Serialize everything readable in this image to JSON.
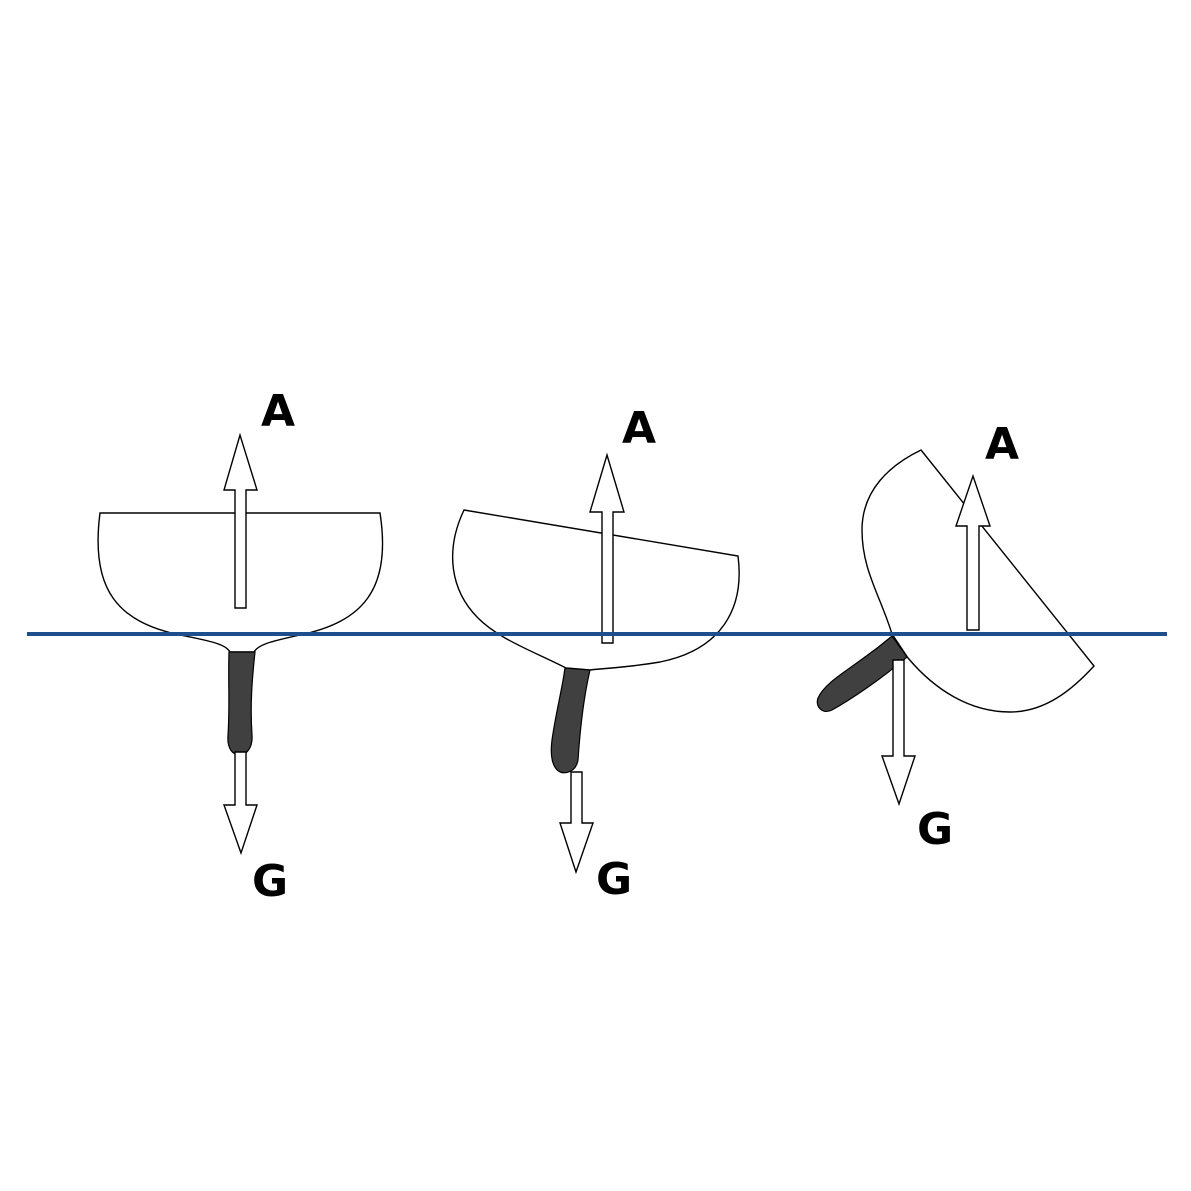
{
  "colors": {
    "waterline": "#1f4e8c",
    "keel": "#404040",
    "outline": "#000000",
    "background": "#ffffff"
  },
  "boats": [
    {
      "buoyancy_label": "A",
      "gravity_label": "G"
    },
    {
      "buoyancy_label": "A",
      "gravity_label": "G"
    },
    {
      "buoyancy_label": "A",
      "gravity_label": "G"
    }
  ]
}
